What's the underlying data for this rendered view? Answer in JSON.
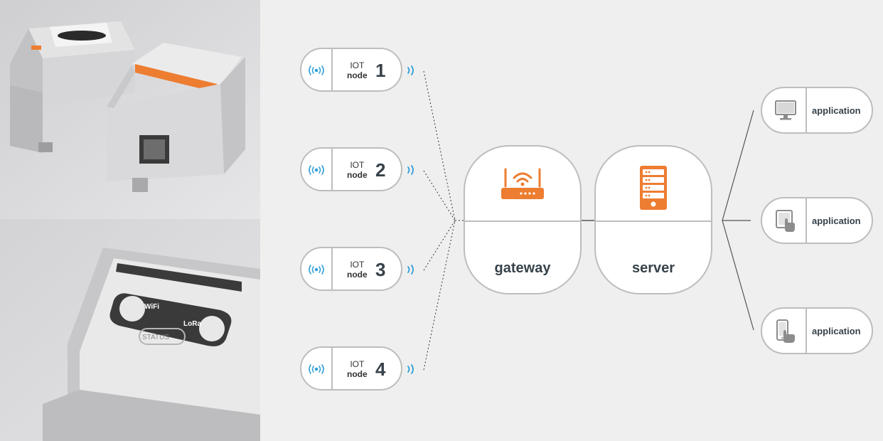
{
  "photos": {
    "top": {
      "alt": "Two grey DIN-rail IoT gateway modules with RJ45 port"
    },
    "bottom": {
      "alt": "Close-up of module front panel with WiFi and LoRa buttons"
    },
    "bottom_panel": {
      "wifi": "WiFi",
      "lora": "LoRa",
      "status": "STATUS"
    }
  },
  "nodes": [
    {
      "line1": "IOT",
      "line2": "node",
      "number": "1"
    },
    {
      "line1": "IOT",
      "line2": "node",
      "number": "2"
    },
    {
      "line1": "IOT",
      "line2": "node",
      "number": "3"
    },
    {
      "line1": "IOT",
      "line2": "node",
      "number": "4"
    }
  ],
  "gateway": {
    "label": "gateway",
    "icon": "router-icon"
  },
  "server": {
    "label": "server",
    "icon": "server-rack-icon"
  },
  "applications": [
    {
      "label": "application",
      "icon": "monitor-icon"
    },
    {
      "label": "application",
      "icon": "tablet-touch-icon"
    },
    {
      "label": "application",
      "icon": "smartphone-touch-icon"
    }
  ],
  "colors": {
    "accent": "#ed7d31",
    "signal": "#2f9fd8",
    "border": "#bdbdbd",
    "text": "#37424a",
    "background": "#efefef"
  }
}
